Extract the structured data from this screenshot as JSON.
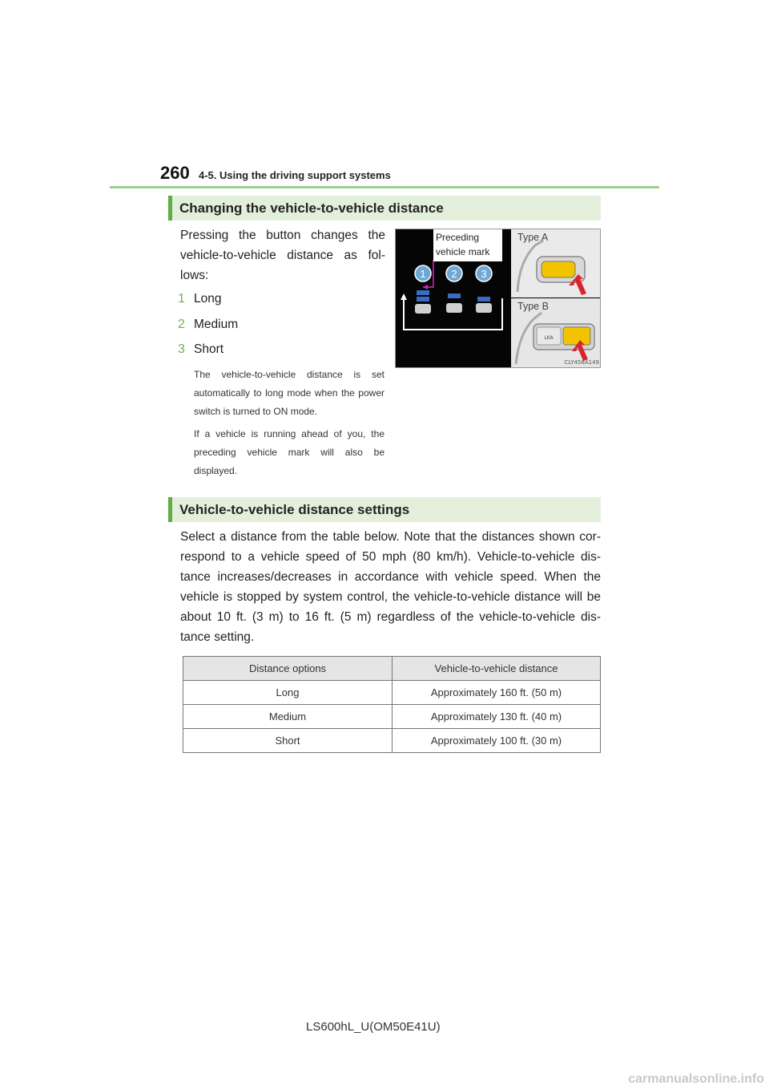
{
  "header": {
    "page_number": "260",
    "section": "4-5. Using the driving support systems"
  },
  "section1": {
    "heading": "Changing the vehicle-to-vehicle distance",
    "intro": "Pressing the button changes the vehicle-to-vehicle distance as fol-lows:",
    "steps": [
      {
        "num": "1",
        "label": "Long"
      },
      {
        "num": "2",
        "label": "Medium"
      },
      {
        "num": "3",
        "label": "Short"
      }
    ],
    "notes": [
      "The vehicle-to-vehicle distance is set automatically to long mode when the power switch is turned to ON mode.",
      "If a vehicle is running ahead of you, the preceding vehicle mark will also be displayed."
    ],
    "figure": {
      "preceding_label": "Preceding vehicle mark",
      "marks": [
        "1",
        "2",
        "3"
      ],
      "type_a": "Type A",
      "type_b": "Type B",
      "code": "CLY458A149",
      "switch_label": "LKA"
    }
  },
  "section2": {
    "heading": "Vehicle-to-vehicle distance settings",
    "paragraph": "Select a distance from the table below. Note that the distances shown cor-respond to a vehicle speed of 50 mph (80 km/h). Vehicle-to-vehicle dis-tance increases/decreases in accordance with vehicle speed. When the vehicle is stopped by system control, the vehicle-to-vehicle distance will be about 10 ft. (3 m) to 16 ft. (5 m) regardless of the vehicle-to-vehicle dis-tance setting.",
    "table": {
      "headers": [
        "Distance options",
        "Vehicle-to-vehicle distance"
      ],
      "rows": [
        [
          "Long",
          "Approximately 160 ft. (50 m)"
        ],
        [
          "Medium",
          "Approximately 130 ft. (40 m)"
        ],
        [
          "Short",
          "Approximately 100 ft. (30 m)"
        ]
      ]
    }
  },
  "footer": {
    "model_code": "LS600hL_U(OM50E41U)"
  },
  "watermark": "carmanualsonline.info",
  "colors": {
    "accent_green": "#5fae47",
    "heading_bg": "#e3efdb",
    "header_rule": "#9ccf8c",
    "highlight_yellow": "#f2c400",
    "arrow_red": "#d9242b",
    "mark_blue": "#6fa8d6"
  }
}
